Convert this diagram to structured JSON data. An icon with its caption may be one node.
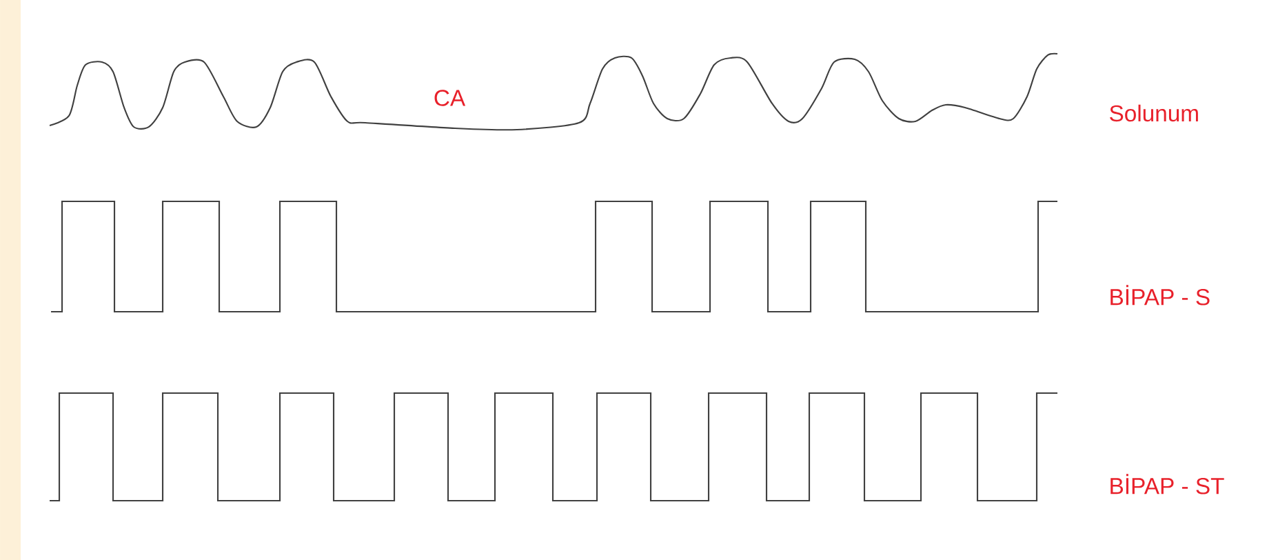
{
  "diagram": {
    "labels": [
      "CA",
      "Solunum",
      "BİPAP - S",
      "BİPAP - ST"
    ]
  }
}
